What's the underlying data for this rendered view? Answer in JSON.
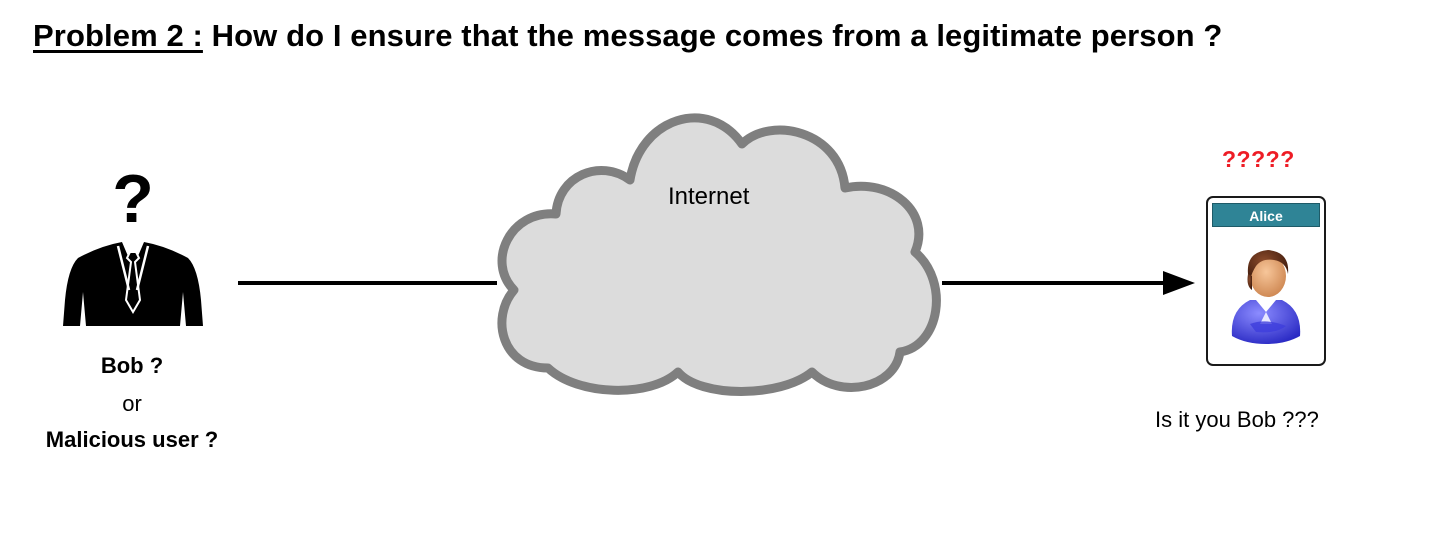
{
  "title": {
    "prefix": "Problem 2 :",
    "text": "How do I ensure that the message comes from a legitimate person ?"
  },
  "sender": {
    "icon": "businessman-question-icon",
    "line1": "Bob ?",
    "line2": "or",
    "line3": "Malicious user ?"
  },
  "network": {
    "icon": "cloud-icon",
    "label": "Internet"
  },
  "receiver": {
    "alert": "?????",
    "card_name": "Alice",
    "avatar_icon": "user-avatar-icon",
    "caption": "Is it you Bob ???",
    "alert_color": "#ee1c25",
    "header_color": "#2f8496"
  }
}
